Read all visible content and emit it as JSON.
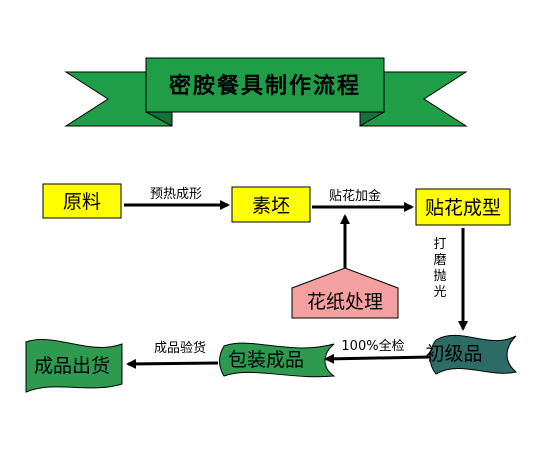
{
  "title": "密胺餐具制作流程",
  "colors": {
    "banner_green": "#1f9d47",
    "banner_fold": "#15703a",
    "box_yellow": "#ffff00",
    "box_pink": "#f4a0a0",
    "wave_green": "#2e9a4f",
    "wave_teal": "#2d6b67",
    "arrow": "#000000"
  },
  "nodes": {
    "raw": "原料",
    "blank": "素坯",
    "decal_form": "贴花成型",
    "decal_paper": "花纸处理",
    "primary": "初级品",
    "packing": "包装成品",
    "shipping": "成品出货"
  },
  "edges": {
    "preheat": "预热成形",
    "apply_decal": "贴花加金",
    "grind_1": "打",
    "grind_2": "磨",
    "grind_3": "抛",
    "grind_4": "光",
    "inspection": "100%全检",
    "final_check": "成品验货"
  }
}
